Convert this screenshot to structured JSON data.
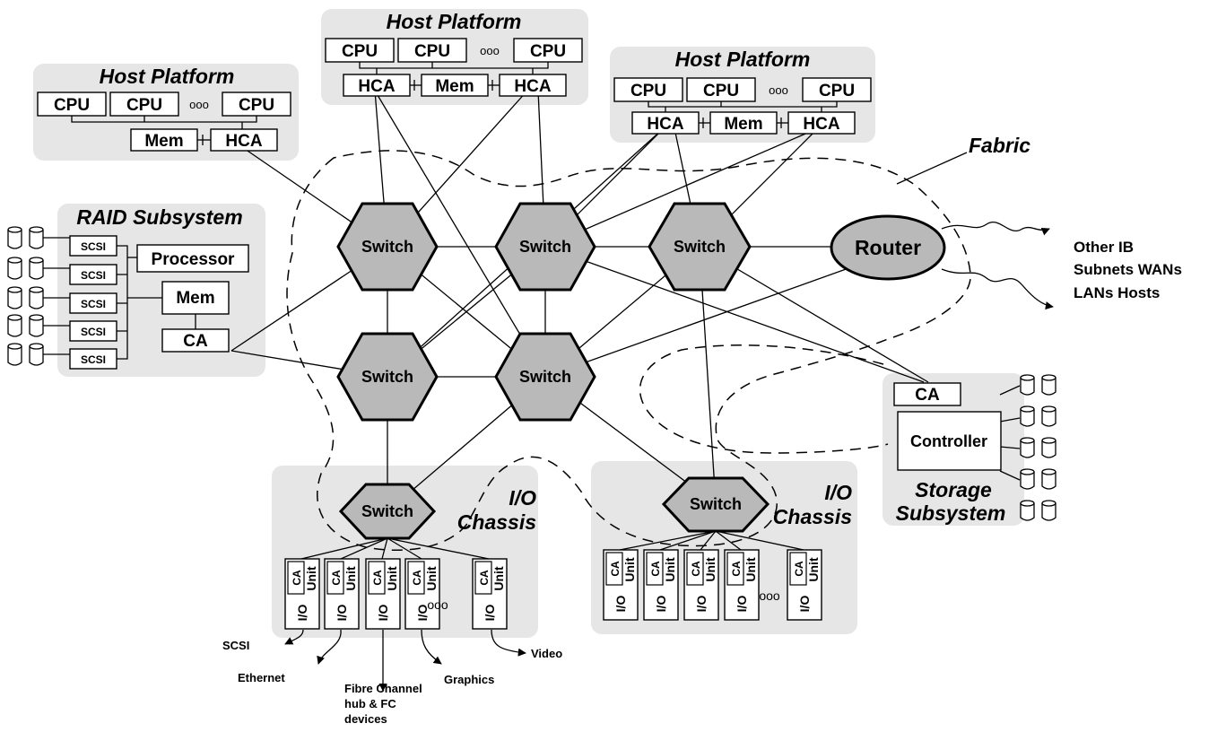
{
  "host_platform_title": "Host Platform",
  "cpu": "CPU",
  "ellipsis": "ooo",
  "hca": "HCA",
  "mem": "Mem",
  "switch": "Switch",
  "router": "Router",
  "fabric": "Fabric",
  "raid": {
    "title": "RAID Subsystem",
    "scsi": "SCSI",
    "processor": "Processor",
    "mem": "Mem",
    "ca": "CA"
  },
  "storage": {
    "ca": "CA",
    "controller": "Controller",
    "title_1": "Storage",
    "title_2": "Subsystem"
  },
  "io_chassis": {
    "line1": "I/O",
    "line2": "Chassis"
  },
  "io_unit": {
    "ca": "CA",
    "label_1": "I/O",
    "label_2": "Unit"
  },
  "external_nets": [
    "Other IB",
    "Subnets WANs",
    "LANs Hosts"
  ],
  "device_labels": {
    "scsi": "SCSI",
    "ethernet": "Ethernet",
    "fibre_1": "Fibre Channel",
    "fibre_2": "hub  & FC",
    "fibre_3": "devices",
    "graphics": "Graphics",
    "video": "Video"
  },
  "colors": {
    "panel": "#e6e6e6",
    "switch_fill": "#b9b9b9",
    "line": "#000000"
  }
}
